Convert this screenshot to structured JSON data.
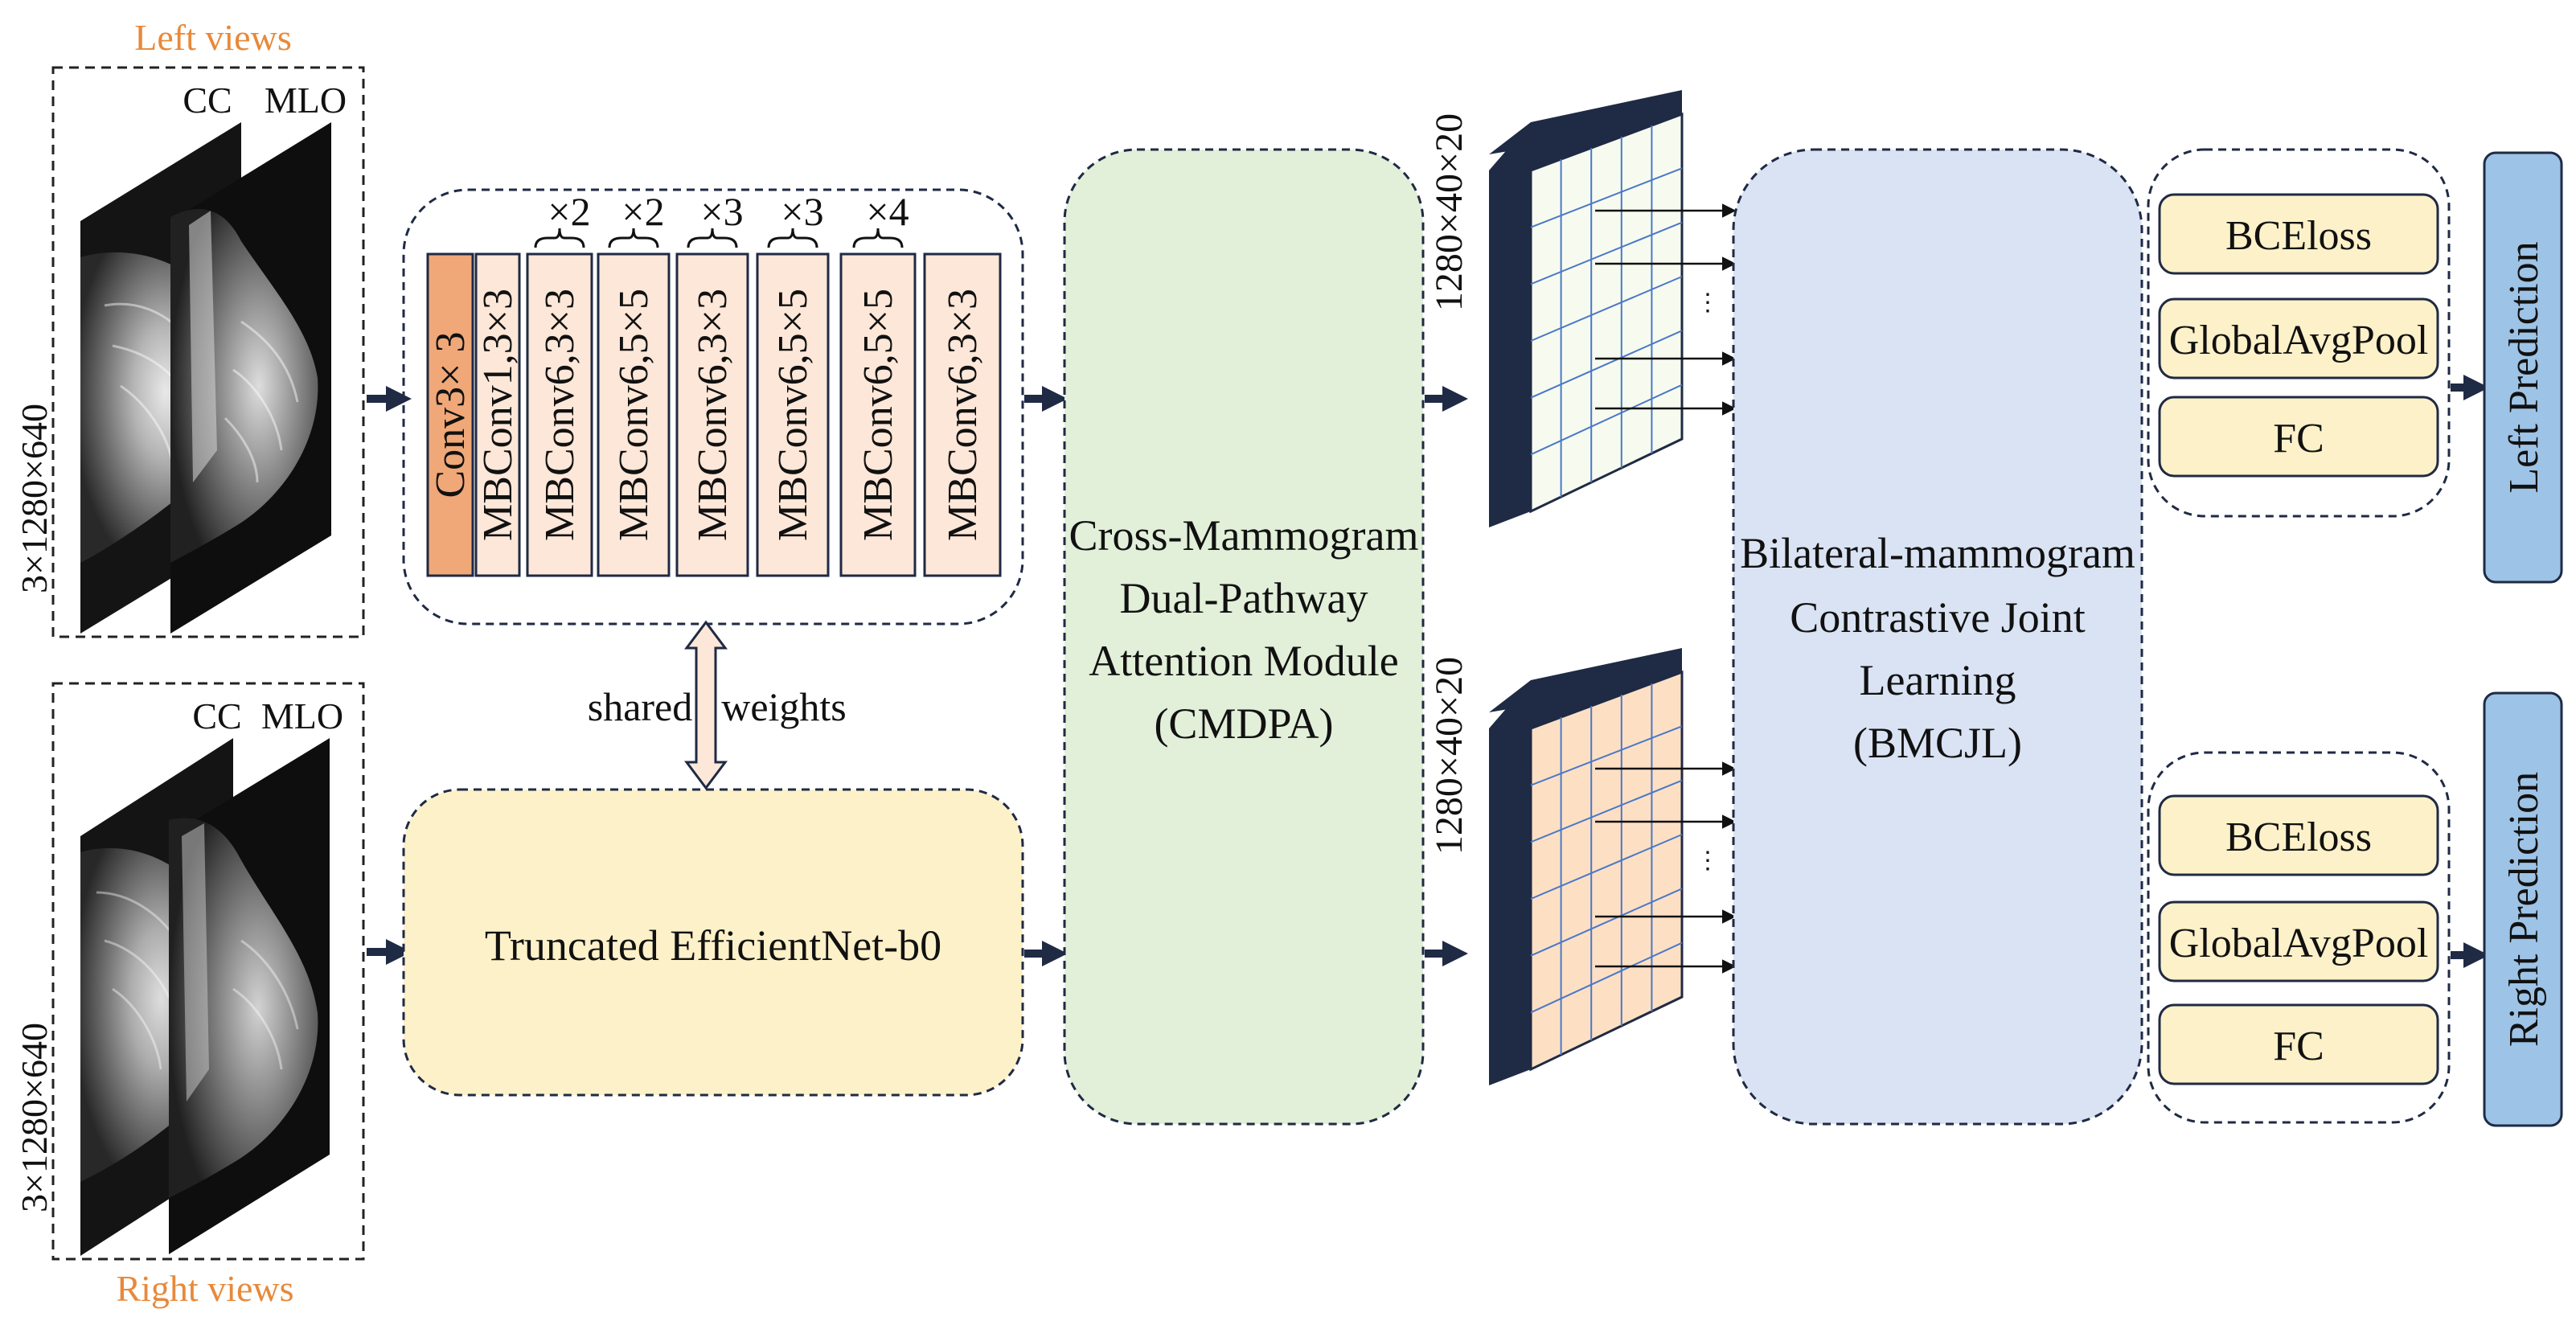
{
  "left_views": {
    "title": "Left views",
    "cc_label": "CC",
    "mlo_label": "MLO",
    "dims": "3×1280×640"
  },
  "right_views": {
    "title": "Right views",
    "cc_label": "CC",
    "mlo_label": "MLO",
    "dims": "3×1280×640"
  },
  "encoder": {
    "blocks": [
      {
        "label": "Conv3× 3",
        "repeat": ""
      },
      {
        "label": "MBConv1,3×3",
        "repeat": ""
      },
      {
        "label": "MBConv6,3×3",
        "repeat": "×2"
      },
      {
        "label": "MBConv6,5×5",
        "repeat": "×2"
      },
      {
        "label": "MBConv6,3×3",
        "repeat": "×3"
      },
      {
        "label": "MBConv6,5×5",
        "repeat": "×3"
      },
      {
        "label": "MBConv6,5×5",
        "repeat": "×4"
      },
      {
        "label": "MBConv6,3×3",
        "repeat": ""
      }
    ],
    "shared_a": "shared",
    "shared_b": "weights",
    "truncated_label": "Truncated EfficientNet-b0"
  },
  "cmdpa": {
    "lines": [
      "Cross-Mammogram",
      "Dual-Pathway",
      "Attention Module",
      "(CMDPA)"
    ]
  },
  "features": {
    "top_dims": "1280×40×20",
    "bottom_dims": "1280×40×20"
  },
  "bmcjl": {
    "lines": [
      "Bilateral-mammogram",
      "Contrastive Joint",
      "Learning",
      "(BMCJL)"
    ]
  },
  "heads": {
    "left": [
      "BCEloss",
      "GlobalAvgPool",
      "FC"
    ],
    "right": [
      "BCEloss",
      "GlobalAvgPool",
      "FC"
    ]
  },
  "predictions": {
    "left": "Left Prediction",
    "right": "Right Prediction"
  },
  "colors": {
    "orange_text": "#e8893a",
    "conv_fill": "#f0a878",
    "mbconv_fill": "#fde7d8",
    "encoder_fill": "#fdf1c9",
    "cmdpa_fill": "#e2efd9",
    "bmcjl_fill": "#dae3f3",
    "head_fill": "#fdf1c9",
    "pred_fill": "#9dc3e6",
    "navy": "#1f2a44",
    "grid_line": "#4a78c8"
  }
}
